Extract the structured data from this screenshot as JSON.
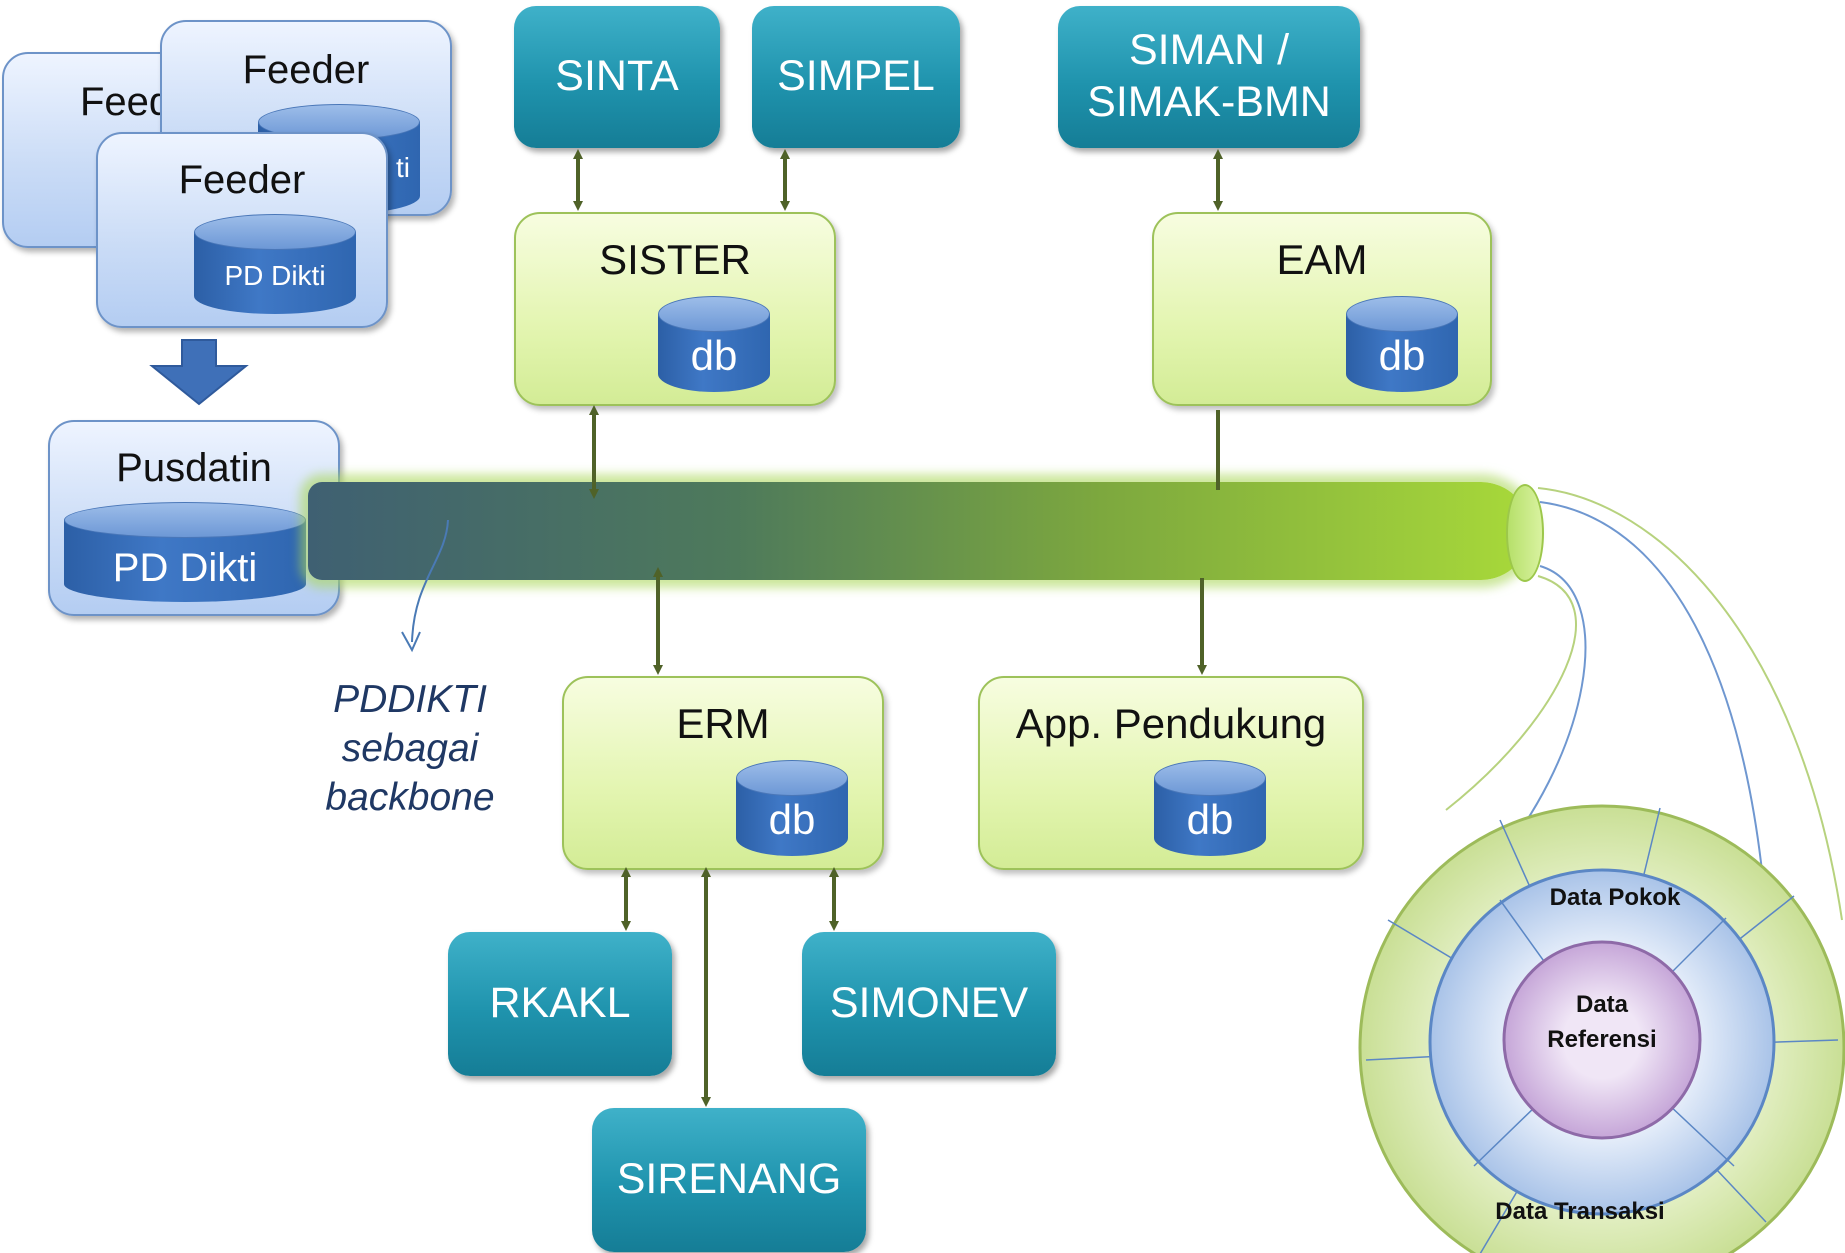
{
  "feeders": {
    "back_title": "Feeder",
    "mid_title": "Feeder",
    "front_title": "Feeder",
    "mid_db_label": "ti",
    "front_db_label": "PD Dikti"
  },
  "pusdatin": {
    "title": "Pusdatin",
    "db_label": "PD Dikti"
  },
  "backbone_note": [
    "PDDIKTI",
    "sebagai",
    "backbone"
  ],
  "apps_top": {
    "sinta": "SINTA",
    "simpel": "SIMPEL",
    "siman_line1": "SIMAN /",
    "siman_line2": "SIMAK-BMN"
  },
  "systems": {
    "sister": {
      "title": "SISTER",
      "db": "db"
    },
    "eam": {
      "title": "EAM",
      "db": "db"
    },
    "erm": {
      "title": "ERM",
      "db": "db"
    },
    "app_pendukung": {
      "title": "App. Pendukung",
      "db": "db"
    }
  },
  "apps_bottom": {
    "rkakl": "RKAKL",
    "simonev": "SIMONEV",
    "sirenang": "SIRENANG"
  },
  "data_layers": {
    "inner": [
      "Data",
      "Referensi"
    ],
    "middle": "Data Pokok",
    "outer": "Data Transaksi"
  },
  "colors": {
    "teal": "#1f93ad",
    "green_box": "#e3f5b0",
    "arrow": "#4f6228",
    "blue_cylinder": "#2f66b0"
  }
}
